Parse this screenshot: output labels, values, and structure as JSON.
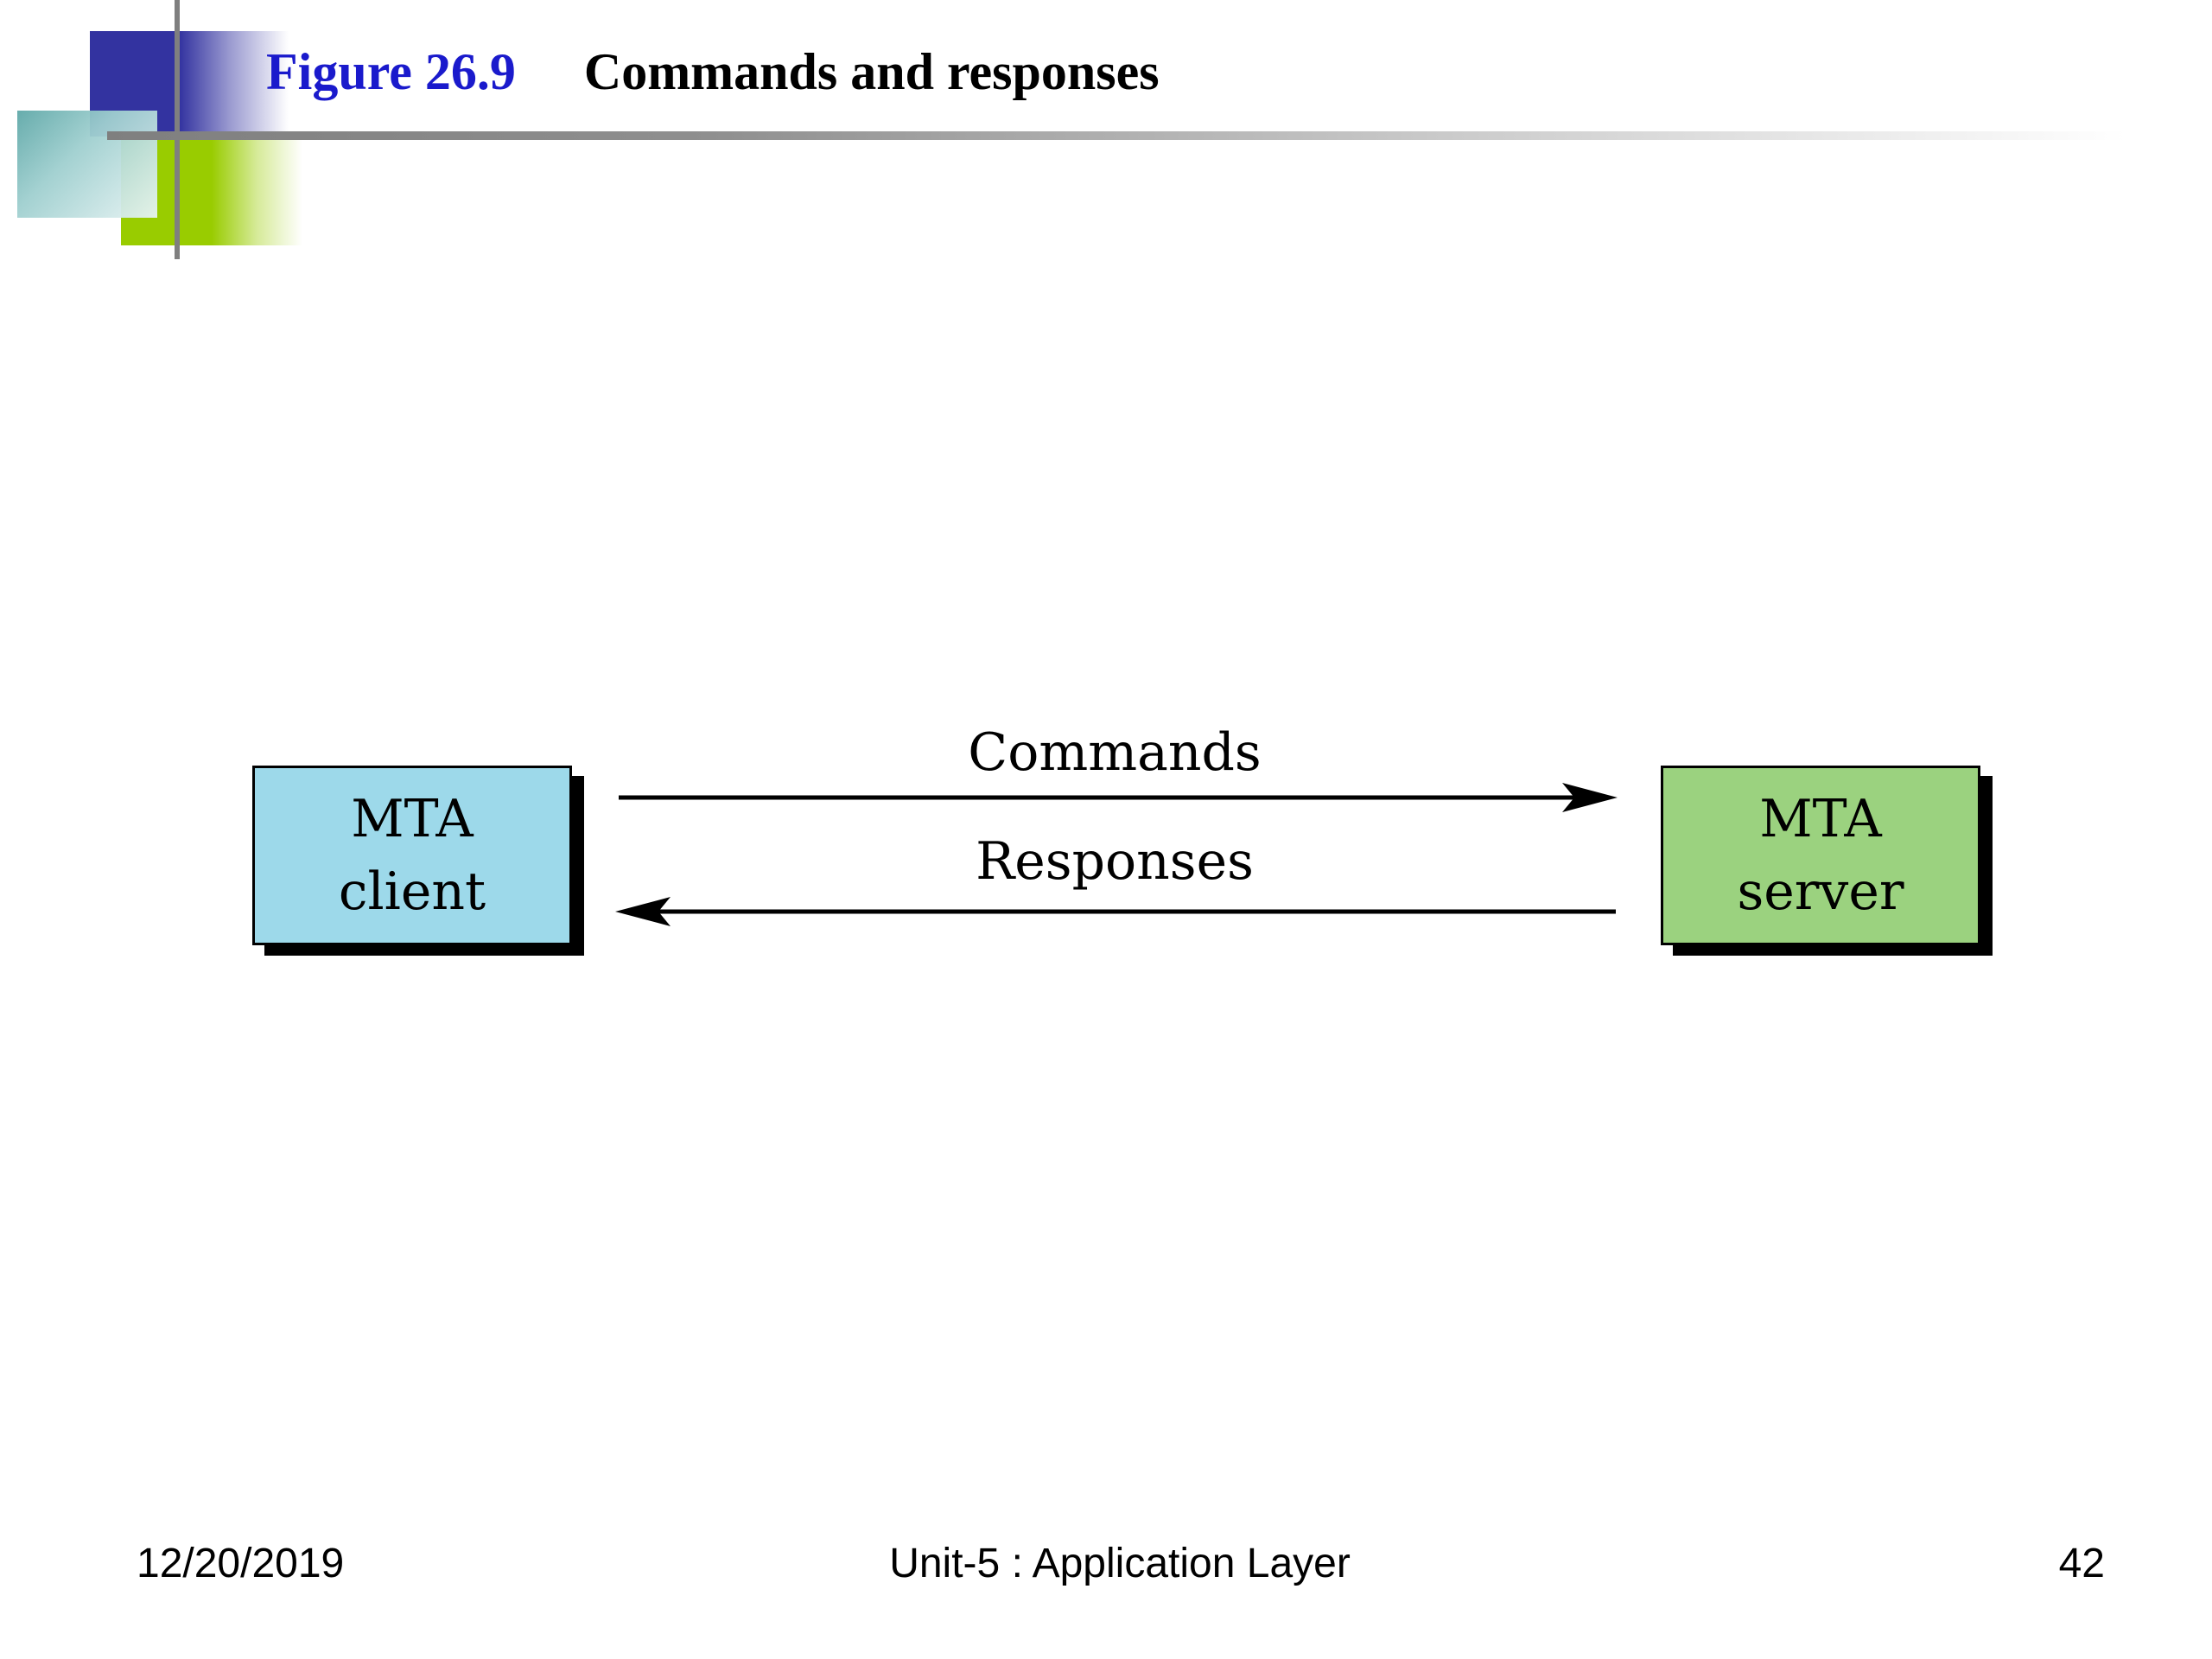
{
  "slide": {
    "figure_number": "Figure 26.9",
    "figure_title": "Commands and responses"
  },
  "diagram": {
    "client": {
      "line1": "MTA",
      "line2": "client",
      "color": "#9dd9ea"
    },
    "server": {
      "line1": "MTA",
      "line2": "server",
      "color": "#9bd27f"
    },
    "arrows": [
      {
        "label": "Commands",
        "direction": "client-to-server"
      },
      {
        "label": "Responses",
        "direction": "server-to-client"
      }
    ]
  },
  "footer": {
    "date": "12/20/2019",
    "center": "Unit-5 : Application Layer",
    "page": "42"
  }
}
